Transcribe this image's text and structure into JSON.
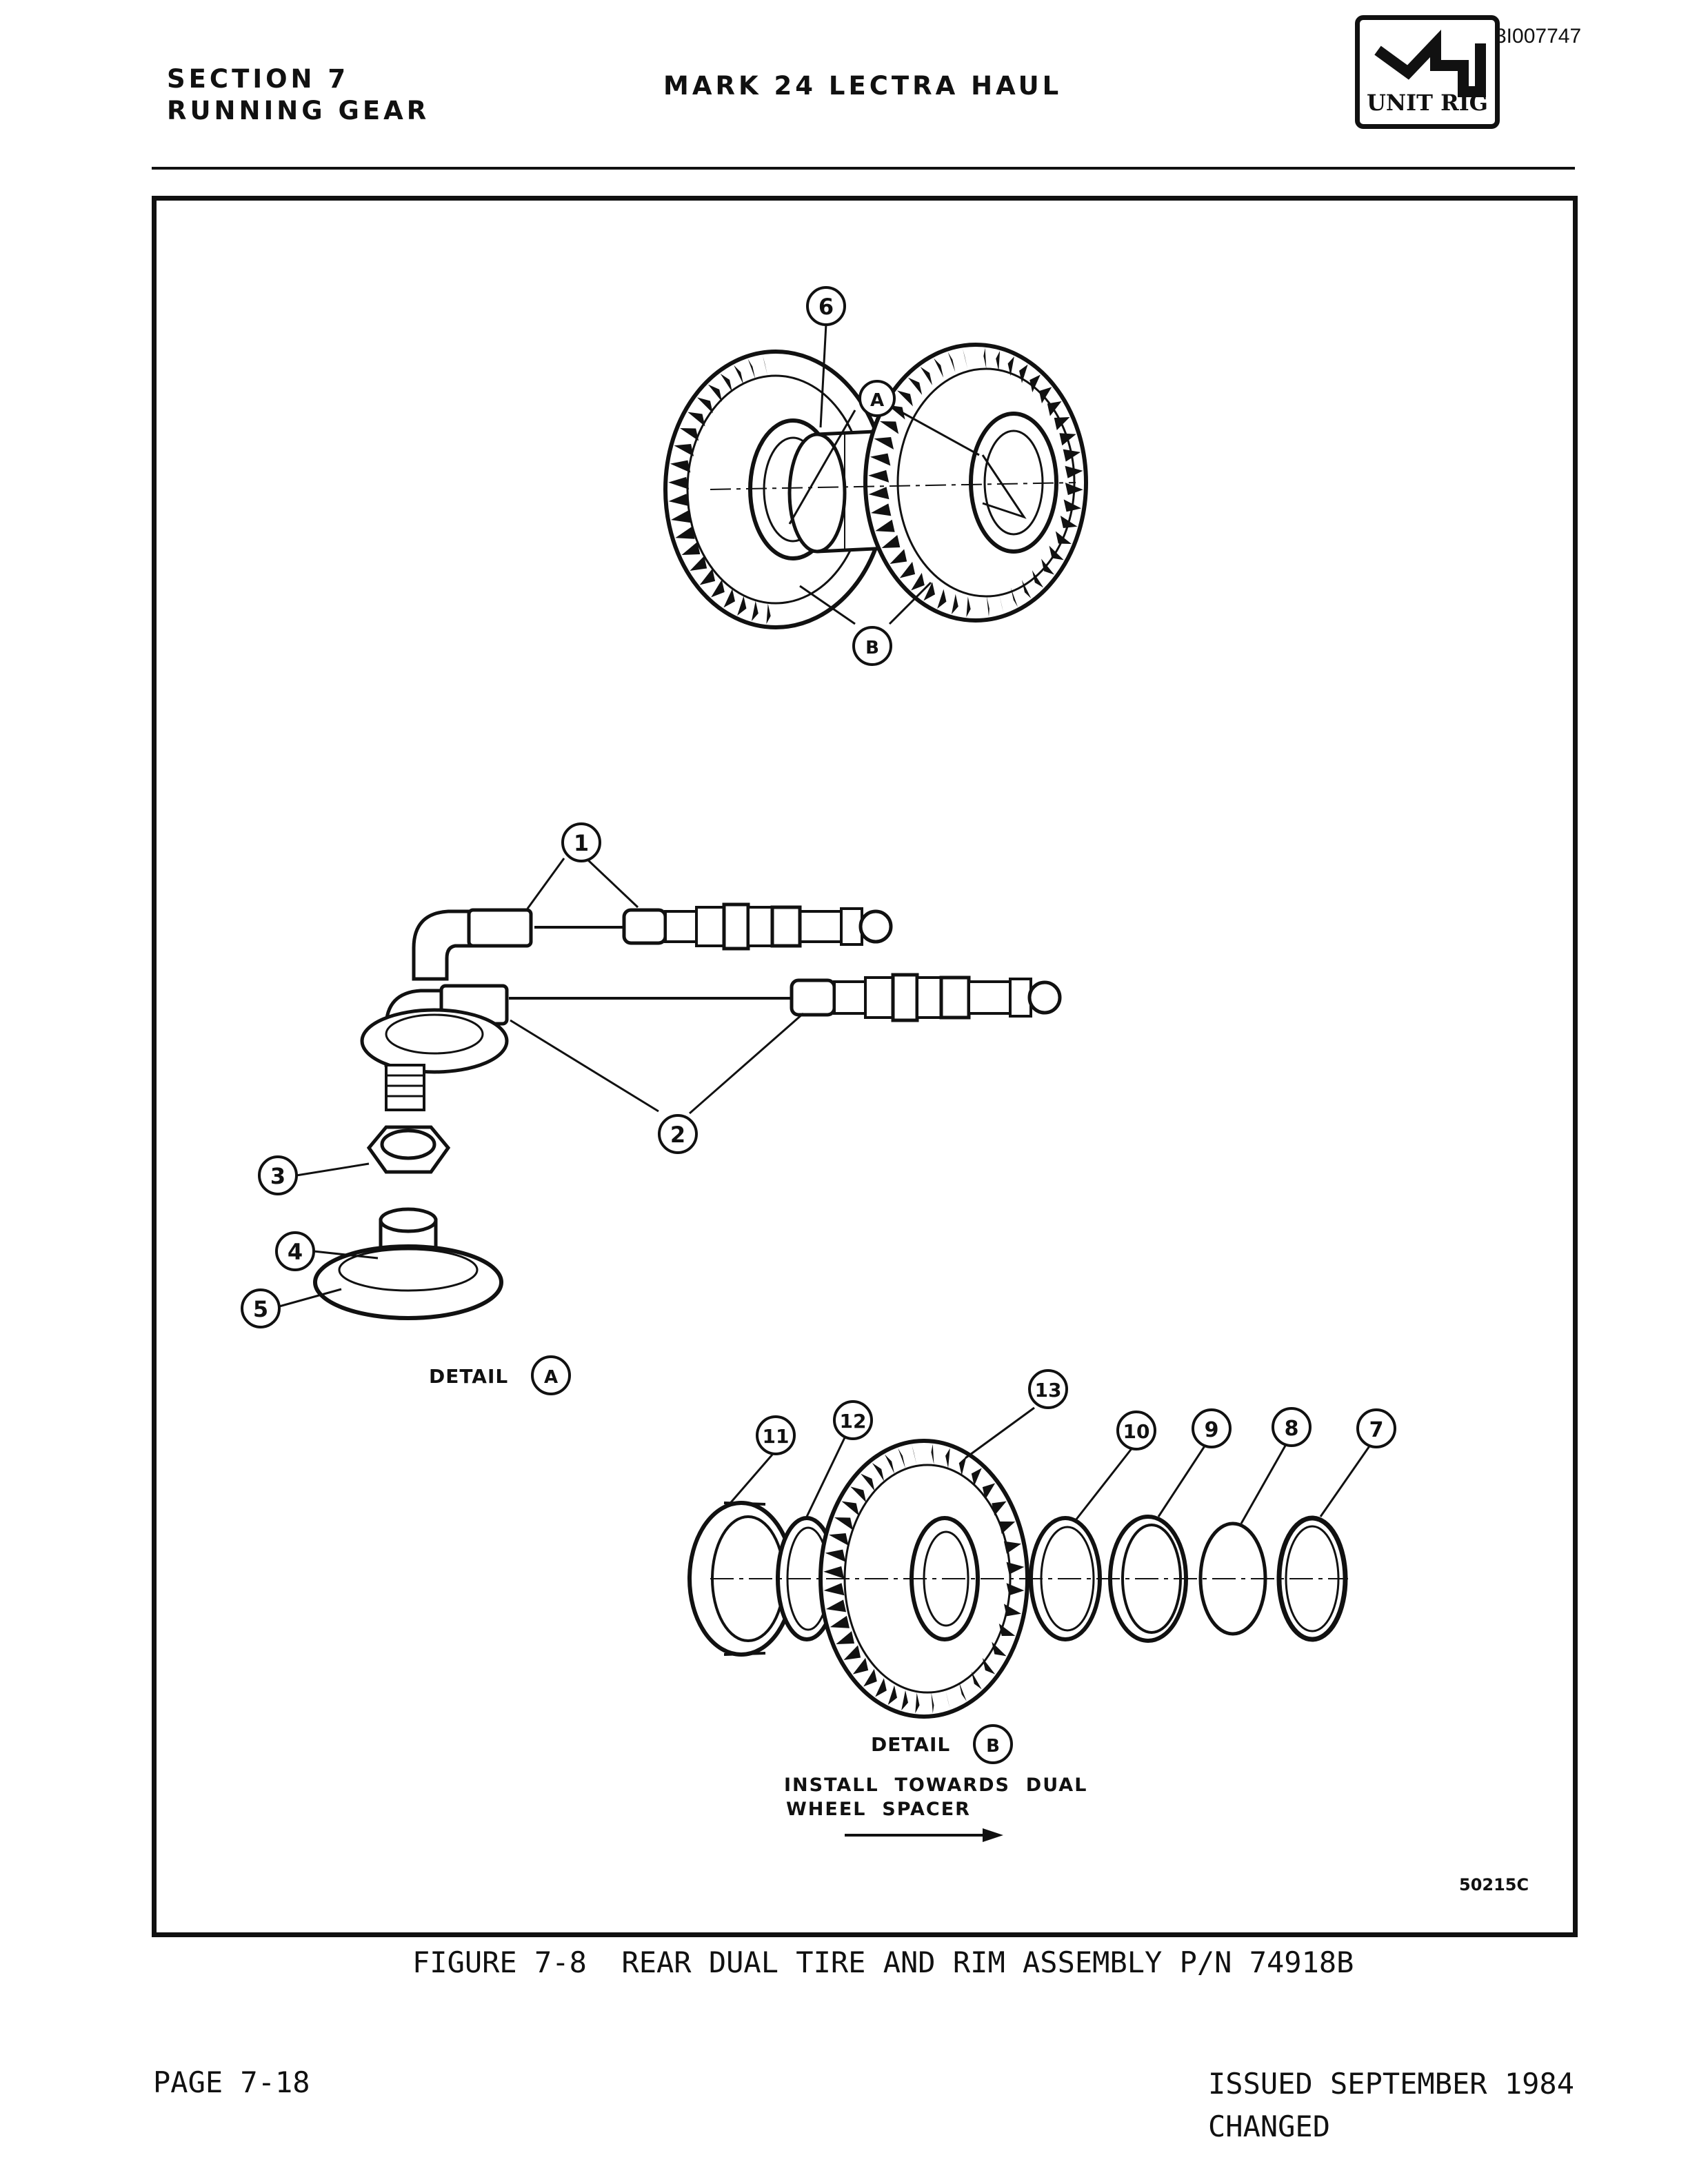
{
  "header": {
    "section": "SECTION 7",
    "subsection": "RUNNING GEAR",
    "title": "MARK 24 LECTRA HAUL",
    "doc_id": "3I007747",
    "logo_text": "UNIT RIG"
  },
  "figure": {
    "callouts": {
      "c1": "1",
      "c2": "2",
      "c3": "3",
      "c4": "4",
      "c5": "5",
      "c6": "6",
      "c7": "7",
      "c8": "8",
      "c9": "9",
      "c10": "10",
      "c11": "11",
      "c12": "12",
      "c13": "13",
      "cA": "A",
      "cB": "B"
    },
    "detail_a_label": "DETAIL",
    "detail_a_id": "A",
    "detail_b_label": "DETAIL",
    "detail_b_id": "B",
    "install_line1": "INSTALL  TOWARDS  DUAL",
    "install_line2": "WHEEL  SPACER",
    "drawing_number": "50215C",
    "caption": "FIGURE 7-8  REAR DUAL TIRE AND RIM ASSEMBLY P/N 74918B"
  },
  "footer": {
    "page": "PAGE 7-18",
    "issued": "ISSUED SEPTEMBER 1984",
    "changed": "CHANGED"
  }
}
